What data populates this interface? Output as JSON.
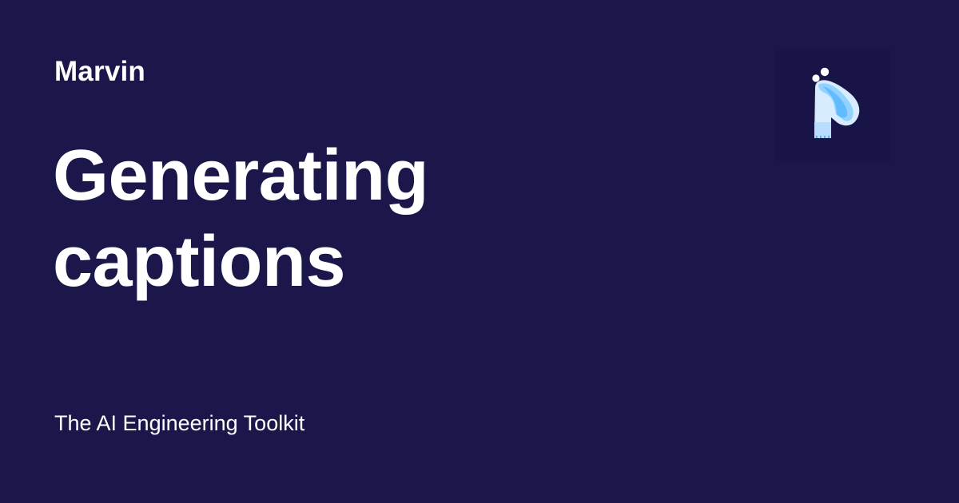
{
  "brand": {
    "name": "Marvin"
  },
  "hero": {
    "title": "Generating captions",
    "tagline": "The AI Engineering Toolkit"
  },
  "logo": {
    "icon": "marvin-logo-icon"
  },
  "colors": {
    "background": "#1b174a",
    "text": "#ffffff",
    "logo_light": "#d8ecff",
    "logo_mid": "#8fd0ff",
    "logo_dark": "#5bb8ff"
  }
}
